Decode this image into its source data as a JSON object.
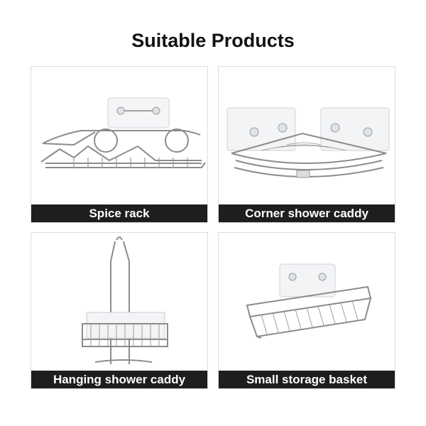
{
  "title": "Suitable Products",
  "products": [
    {
      "label": "Spice rack",
      "icon": "spice-rack-image"
    },
    {
      "label": "Corner shower caddy",
      "icon": "corner-shower-caddy-image"
    },
    {
      "label": "Hanging shower caddy",
      "icon": "hanging-shower-caddy-image"
    },
    {
      "label": "Small storage basket",
      "icon": "small-storage-basket-image"
    }
  ],
  "colors": {
    "label_bg": "#1e1e1e",
    "label_text": "#ffffff",
    "metal": "#8c8c8c"
  }
}
